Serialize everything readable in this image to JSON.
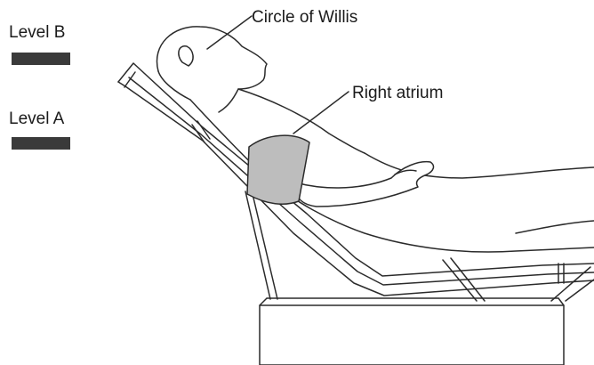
{
  "legend": [
    {
      "label": "Level B",
      "swatch_color": "#3a3a3a"
    },
    {
      "label": "Level A",
      "swatch_color": "#3a3a3a"
    }
  ],
  "annotations": {
    "circle_of_willis": "Circle of Willis",
    "right_atrium": "Right atrium"
  },
  "colors": {
    "line": "#2b2b2b",
    "cuff": "#bdbdbd",
    "skin": "#ffffff",
    "background": "#ffffff"
  }
}
